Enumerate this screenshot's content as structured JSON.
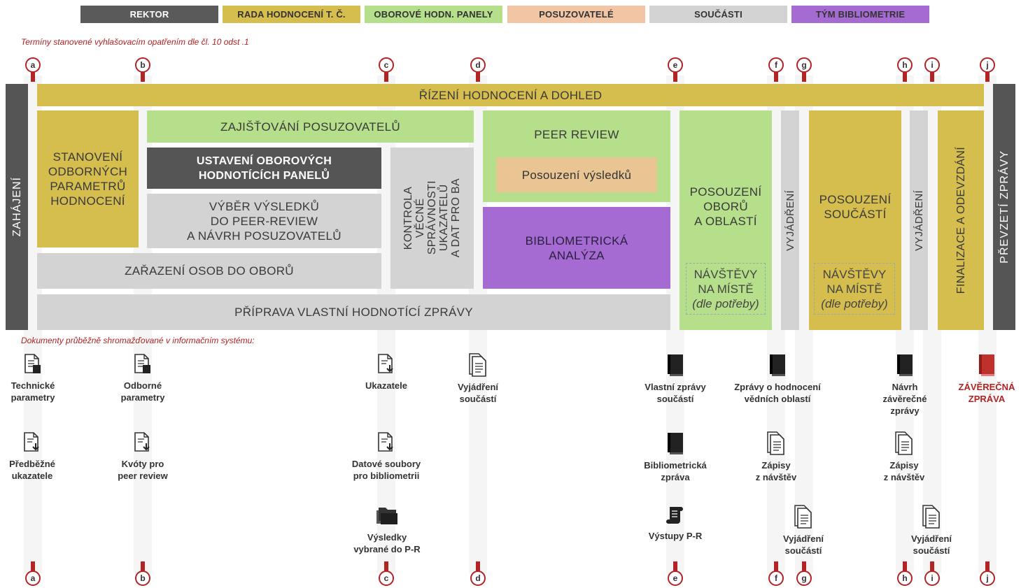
{
  "legend": [
    {
      "label": "REKTOR",
      "color": "#5a5a5a",
      "text_color": "#ffffff"
    },
    {
      "label": "RADA HODNOCENÍ T. Č.",
      "color": "#d5bd4e",
      "text_color": "#333333"
    },
    {
      "label": "OBOROVÉ HODN. PANELY",
      "color": "#b6df8b",
      "text_color": "#333333"
    },
    {
      "label": "POSUZOVATELÉ",
      "color": "#f2c6a4",
      "text_color": "#333333"
    },
    {
      "label": "SOUČÁSTI",
      "color": "#d3d3d3",
      "text_color": "#333333"
    },
    {
      "label": "TÝM BIBLIOMETRIE",
      "color": "#a56bd2",
      "text_color": "#333333"
    }
  ],
  "notes": {
    "terms": "Termíny stanovené vyhlašovacím opatřením dle čl. 10 odst .1",
    "documents": "Dokumenty průběžně shromažďované v informačním systému:"
  },
  "milestones": [
    "a",
    "b",
    "c",
    "d",
    "e",
    "f",
    "g",
    "h",
    "i",
    "j"
  ],
  "boxes": {
    "zahajeni": "ZAHÁJENÍ",
    "rizeni": "ŘÍZENÍ HODNOCENÍ A DOHLED",
    "stanoveni": "STANOVENÍ\nODBORNÝCH\nPARAMETRŮ\nHODNOCENÍ",
    "zajistovani": "ZAJIŠŤOVÁNÍ POSUZOVATELŮ",
    "ustaveni": "USTAVENÍ OBOROVÝCH\nHODNOTÍCÍCH PANELŮ",
    "vyber": "VÝBĚR VÝSLEDKŮ\nDO PEER-REVIEW\nA NÁVRH POSUZOVATELŮ",
    "zarazeni": "ZAŘAZENÍ OSOB DO OBORŮ",
    "kontrola": "KONTROLA\nVĚCNÉ\nSPRÁVNOSTI\nUKAZATELŮ\nA DAT PRO BA",
    "peer_review": "PEER REVIEW",
    "posouzeni_vysledku": "Posouzení výsledků",
    "bibliometricka": "BIBLIOMETRICKÁ\nANALÝZA",
    "priprava": "PŘÍPRAVA VLASTNÍ HODNOTÍCÍ ZPRÁVY",
    "posouzeni_oboru": "POSOUZENÍ\nOBORŮ\nA OBLASTÍ",
    "navstevy1": "NÁVŠTĚVY\nNA MÍSTĚ",
    "navstevy1_note": "(dle potřeby)",
    "vyjadreni1": "VYJÁDŘENÍ",
    "posouzeni_soucasti": "POSOUZENÍ\nSOUČÁSTÍ",
    "navstevy2": "NÁVŠTĚVY\nNA MÍSTĚ",
    "navstevy2_note": "(dle potřeby)",
    "vyjadreni2": "VYJÁDŘENÍ",
    "finalizace": "FINALIZACE A ODEVZDÁNÍ",
    "prevzeti": "PŘEVZETÍ ZPRÁVY"
  },
  "documents": [
    {
      "label": "Technické\nparametry",
      "icon": "data-document-icon"
    },
    {
      "label": "Odborné\nparametry",
      "icon": "data-document-icon"
    },
    {
      "label": "Ukazatele",
      "icon": "download-document-icon"
    },
    {
      "label": "Vyjádření\nsoučástí",
      "icon": "document-icon"
    },
    {
      "label": "Vlastní zprávy\nsoučástí",
      "icon": "book-icon"
    },
    {
      "label": "Zprávy o hodnocení\nvědních oblastí",
      "icon": "book-icon"
    },
    {
      "label": "Návrh\nzávěrečné\nzprávy",
      "icon": "book-icon"
    },
    {
      "label": "ZÁVĚREČNÁ\nZPRÁVA",
      "icon": "red-book-icon"
    },
    {
      "label": "Předběžné\nukazatele",
      "icon": "download-document-icon"
    },
    {
      "label": "Kvóty pro\npeer review",
      "icon": "download-document-icon"
    },
    {
      "label": "Datové soubory\npro bibliometrii",
      "icon": "download-document-icon"
    },
    {
      "label": "Bibliometrická\nzpráva",
      "icon": "book-icon"
    },
    {
      "label": "Zápisy\nz návštěv",
      "icon": "document-icon"
    },
    {
      "label": "Zápisy\nz návštěv",
      "icon": "document-icon"
    },
    {
      "label": "Výsledky\nvybrané do P-R",
      "icon": "folders-icon"
    },
    {
      "label": "Výstupy P-R",
      "icon": "scroll-icon"
    },
    {
      "label": "Vyjádření\nsoučástí",
      "icon": "document-icon"
    },
    {
      "label": "Vyjádření\nsoučástí",
      "icon": "document-icon"
    }
  ]
}
